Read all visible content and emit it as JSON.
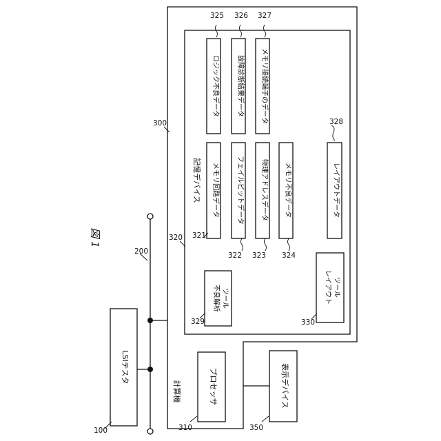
{
  "figure": {
    "title": "図 1"
  },
  "components": {
    "lsi_tester": {
      "ref": "100",
      "label": "LSIテスタ"
    },
    "bus": {
      "ref": "200"
    },
    "computer": {
      "ref": "300",
      "label": "計算機"
    },
    "processor": {
      "ref": "310",
      "label": "プロセッサ"
    },
    "storage": {
      "ref": "320",
      "label": "記憶デバイス"
    },
    "display": {
      "ref": "350",
      "label": "表示デバイス"
    },
    "defect_tool": {
      "ref": "329",
      "line1": "不良解析",
      "line2": "ツール"
    },
    "layout_tool": {
      "ref": "330",
      "line1": "レイアウト",
      "line2": "ツール"
    }
  },
  "data_items": [
    {
      "ref": "321",
      "label": "メモリ回路データ"
    },
    {
      "ref": "322",
      "label": "フェイルビットデータ"
    },
    {
      "ref": "323",
      "label": "物理アドレスデータ"
    },
    {
      "ref": "324",
      "label": "メモリ不良データ"
    },
    {
      "ref": "325",
      "label": "ロジック不良データ"
    },
    {
      "ref": "326",
      "label": "故障診断結果データ"
    },
    {
      "ref": "327",
      "label": "メモリ接続端子のデータ"
    },
    {
      "ref": "328",
      "label": "レイアウトデータ"
    }
  ]
}
